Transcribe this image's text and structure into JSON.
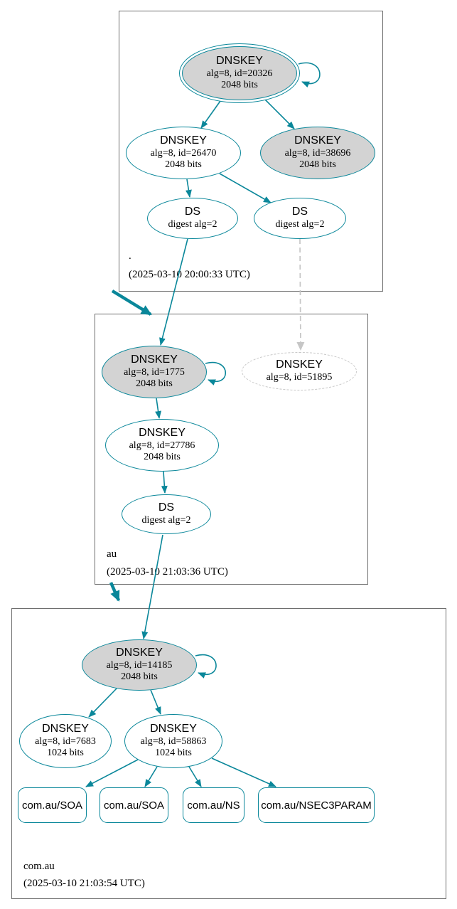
{
  "zones": {
    "root": {
      "name": ".",
      "timestamp": "(2025-03-10 20:00:33 UTC)"
    },
    "au": {
      "name": "au",
      "timestamp": "(2025-03-10 21:03:36 UTC)"
    },
    "com_au": {
      "name": "com.au",
      "timestamp": "(2025-03-10 21:03:54 UTC)"
    }
  },
  "nodes": {
    "root_ksk": {
      "title": "DNSKEY",
      "detail": "alg=8, id=20326",
      "bits": "2048 bits"
    },
    "root_zsk": {
      "title": "DNSKEY",
      "detail": "alg=8, id=26470",
      "bits": "2048 bits"
    },
    "root_key2": {
      "title": "DNSKEY",
      "detail": "alg=8, id=38696",
      "bits": "2048 bits"
    },
    "root_ds1": {
      "title": "DS",
      "detail": "digest alg=2"
    },
    "root_ds2": {
      "title": "DS",
      "detail": "digest alg=2"
    },
    "au_ksk": {
      "title": "DNSKEY",
      "detail": "alg=8, id=1775",
      "bits": "2048 bits"
    },
    "au_missing": {
      "title": "DNSKEY",
      "detail": "alg=8, id=51895"
    },
    "au_zsk": {
      "title": "DNSKEY",
      "detail": "alg=8, id=27786",
      "bits": "2048 bits"
    },
    "au_ds": {
      "title": "DS",
      "detail": "digest alg=2"
    },
    "comau_ksk": {
      "title": "DNSKEY",
      "detail": "alg=8, id=14185",
      "bits": "2048 bits"
    },
    "comau_key2": {
      "title": "DNSKEY",
      "detail": "alg=8, id=7683",
      "bits": "1024 bits"
    },
    "comau_zsk": {
      "title": "DNSKEY",
      "detail": "alg=8, id=58863",
      "bits": "1024 bits"
    },
    "rrset_soa_1": {
      "label": "com.au/SOA"
    },
    "rrset_soa_2": {
      "label": "com.au/SOA"
    },
    "rrset_ns": {
      "label": "com.au/NS"
    },
    "rrset_nsec3param": {
      "label": "com.au/NSEC3PARAM"
    }
  },
  "edges": [
    {
      "from": "root_ksk",
      "to": "root_ksk",
      "type": "self-signature"
    },
    {
      "from": "root_ksk",
      "to": "root_zsk",
      "type": "signature"
    },
    {
      "from": "root_ksk",
      "to": "root_key2",
      "type": "signature"
    },
    {
      "from": "root_zsk",
      "to": "root_ds1",
      "type": "signature"
    },
    {
      "from": "root_zsk",
      "to": "root_ds2",
      "type": "signature"
    },
    {
      "from": "root_ds1",
      "to": "au_ksk",
      "type": "delegation-ds"
    },
    {
      "from": "root_ds2",
      "to": "au_missing",
      "type": "delegation-ds-missing-key"
    },
    {
      "from": "root",
      "to": "au",
      "type": "zone-delegation"
    },
    {
      "from": "au_ksk",
      "to": "au_ksk",
      "type": "self-signature"
    },
    {
      "from": "au_ksk",
      "to": "au_zsk",
      "type": "signature"
    },
    {
      "from": "au_zsk",
      "to": "au_ds",
      "type": "signature"
    },
    {
      "from": "au_ds",
      "to": "comau_ksk",
      "type": "delegation-ds"
    },
    {
      "from": "au",
      "to": "com.au",
      "type": "zone-delegation"
    },
    {
      "from": "comau_ksk",
      "to": "comau_ksk",
      "type": "self-signature"
    },
    {
      "from": "comau_ksk",
      "to": "comau_key2",
      "type": "signature"
    },
    {
      "from": "comau_ksk",
      "to": "comau_zsk",
      "type": "signature"
    },
    {
      "from": "comau_zsk",
      "to": "rrset_soa_1",
      "type": "signature"
    },
    {
      "from": "comau_zsk",
      "to": "rrset_soa_2",
      "type": "signature"
    },
    {
      "from": "comau_zsk",
      "to": "rrset_ns",
      "type": "signature"
    },
    {
      "from": "comau_zsk",
      "to": "rrset_nsec3param",
      "type": "signature"
    }
  ],
  "colors": {
    "secure_teal": "#0a879a",
    "key_fill_gray": "#d3d3d3",
    "missing_dash_gray": "#c6c6c6",
    "zone_box_border": "#6e6e6e"
  }
}
